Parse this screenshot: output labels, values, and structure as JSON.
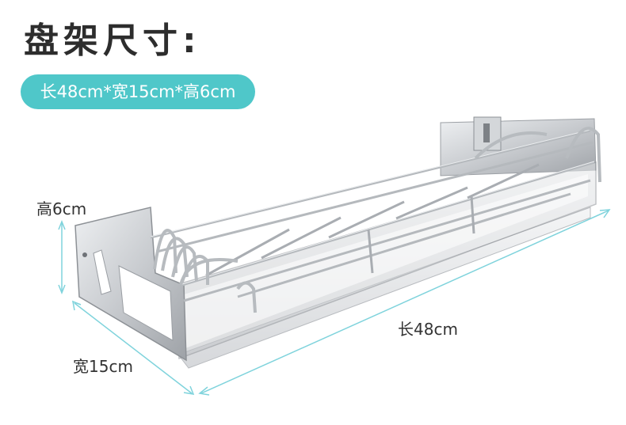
{
  "title": "盘架尺寸:",
  "spec": "长48cm*宽15cm*高6cm",
  "dimensions": {
    "height": "高6cm",
    "length": "长48cm",
    "width": "宽15cm"
  },
  "colors": {
    "accent": "#4fc7c9",
    "dimension_line": "#7fd3dc",
    "steel": "#c9ccd0"
  }
}
